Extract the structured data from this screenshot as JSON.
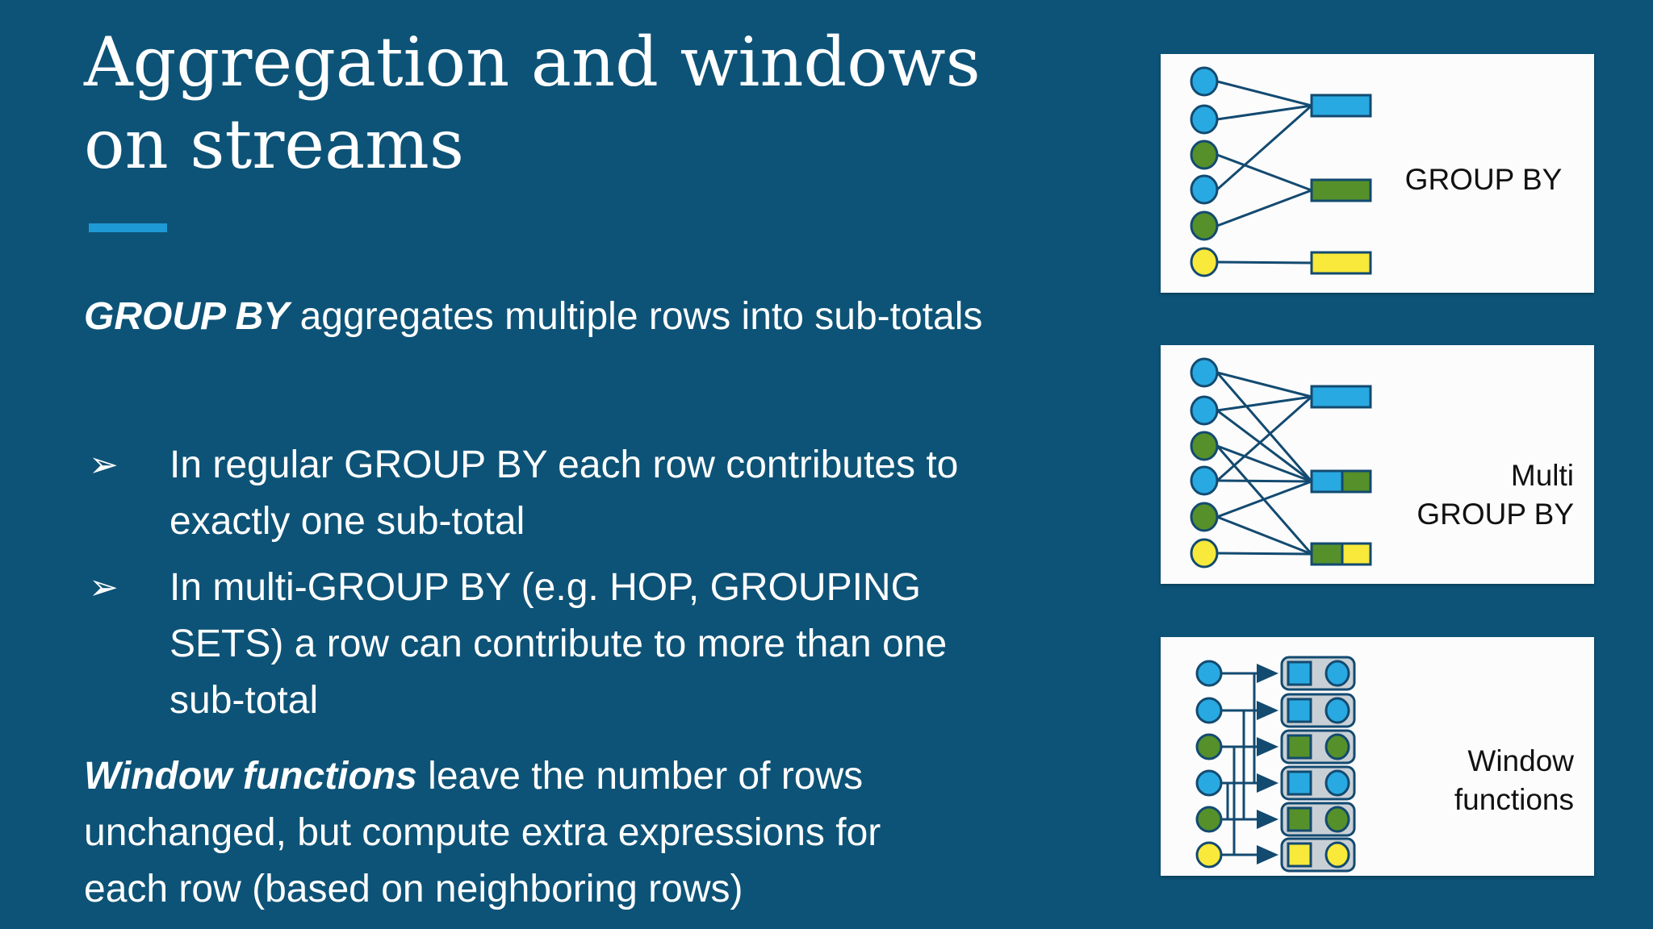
{
  "slide": {
    "title_line1": "Aggregation and windows",
    "title_line2": "on streams",
    "paragraph1": {
      "lead": "GROUP BY",
      "rest": " aggregates multiple rows into sub-totals"
    },
    "bullets": {
      "marker": "➢",
      "items": [
        "In regular GROUP BY each row contributes to exactly one sub-total",
        "In multi-GROUP BY (e.g. HOP, GROUPING SETS) a row can contribute to more than one sub-total"
      ]
    },
    "paragraph2": {
      "lead": "Window functions",
      "rest": " leave the number of rows unchanged, but compute extra expressions for each row (based on neighboring rows)"
    }
  },
  "diagrams": {
    "panel1": {
      "label": "GROUP BY"
    },
    "panel2": {
      "label_line1": "Multi",
      "label_line2": "GROUP BY"
    },
    "panel3": {
      "label_line1": "Window",
      "label_line2": "functions"
    }
  },
  "colors": {
    "background": "#0D5377",
    "accent": "#1E9AD6",
    "text": "#FFFFFF",
    "panel": "#FCFCFC",
    "blue": "#29A9E1",
    "green": "#55902B",
    "yellow": "#F8E93A",
    "outline": "#134A70",
    "rowfill": "#C9D0D5",
    "label": "#111111"
  }
}
